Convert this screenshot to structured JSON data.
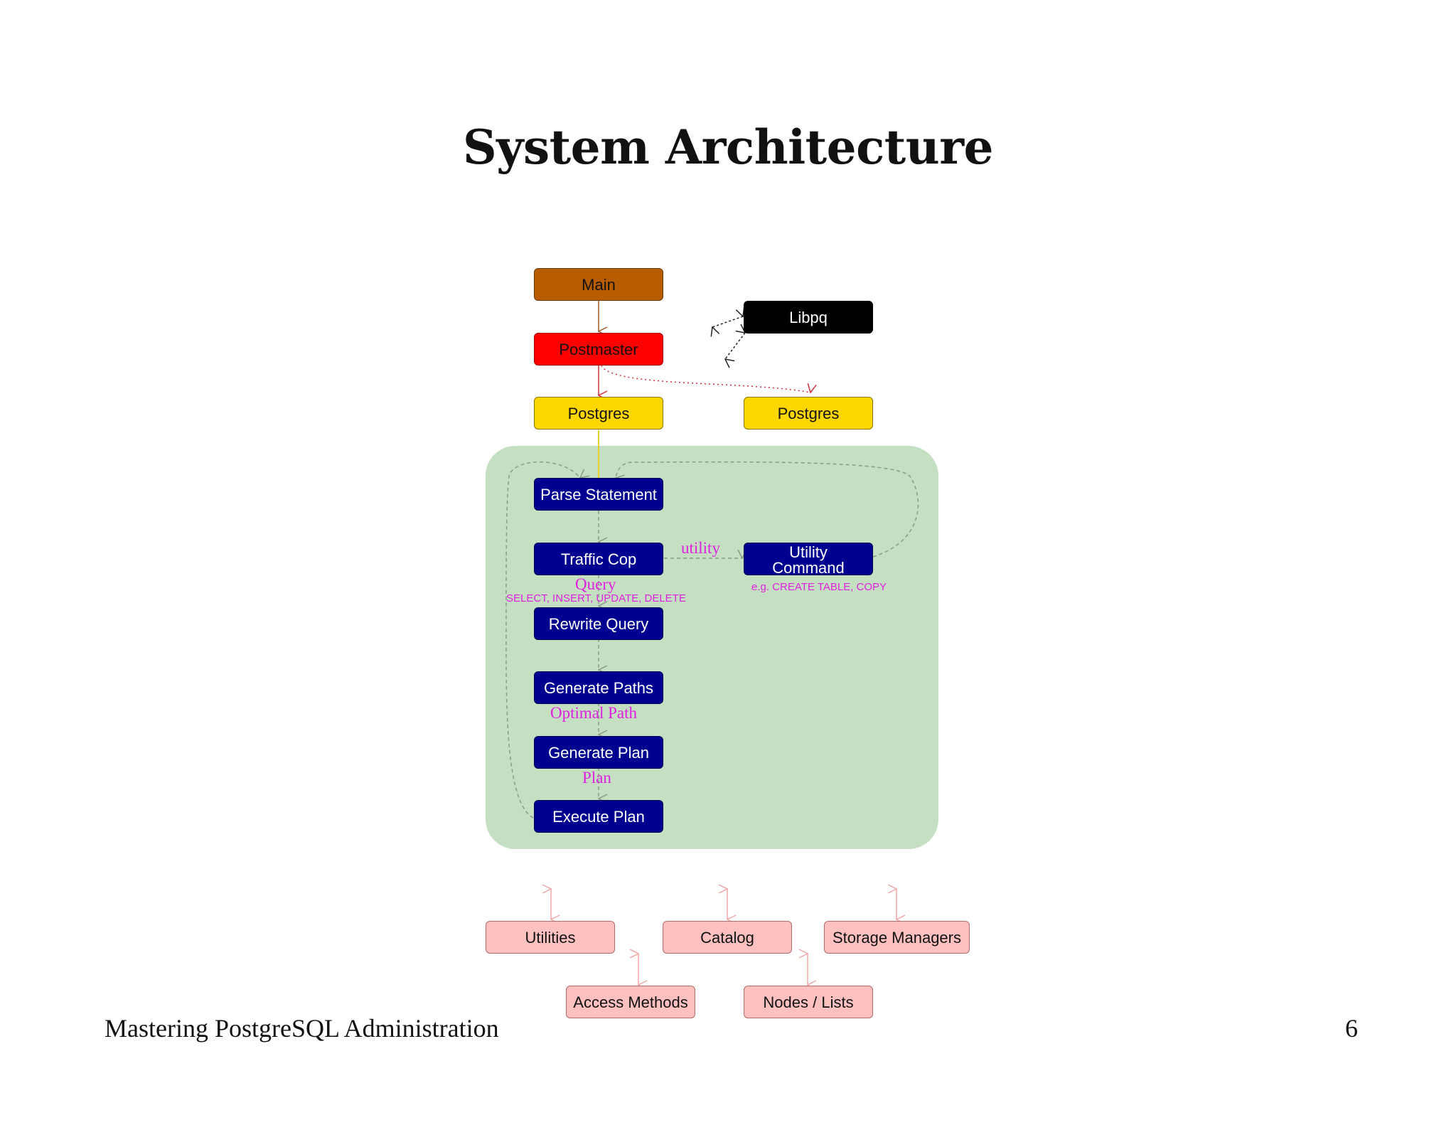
{
  "slide": {
    "title": "System Architecture",
    "footer_text": "Mastering PostgreSQL Administration",
    "page_number": "6"
  },
  "diagram": {
    "process_nodes": {
      "main": "Main",
      "postmaster": "Postmaster",
      "postgres_left": "Postgres",
      "postgres_right": "Postgres",
      "libpq": "Libpq"
    },
    "stages": {
      "parse_statement": "Parse Statement",
      "traffic_cop": "Traffic Cop",
      "utility_command": "Utility\nCommand",
      "rewrite_query": "Rewrite Query",
      "generate_paths": "Generate Paths",
      "generate_plan": "Generate Plan",
      "execute_plan": "Execute Plan"
    },
    "edge_labels": {
      "utility": "utility",
      "query": "Query",
      "query_examples": "SELECT, INSERT, UPDATE, DELETE",
      "utility_examples": "e.g. CREATE TABLE, COPY",
      "optimal_path": "Optimal Path",
      "plan": "Plan"
    },
    "support_modules": {
      "utilities": "Utilities",
      "catalog": "Catalog",
      "storage_managers": "Storage Managers",
      "access_methods": "Access Methods",
      "nodes_lists": "Nodes / Lists"
    },
    "colors": {
      "main": "#b85c00",
      "postmaster": "#ff0000",
      "postgres": "#ffd700",
      "libpq": "#000000",
      "stage": "#000090",
      "support": "#ffc0c0",
      "panel": "#c5dfc3",
      "label_magenta": "#e020e0"
    }
  }
}
